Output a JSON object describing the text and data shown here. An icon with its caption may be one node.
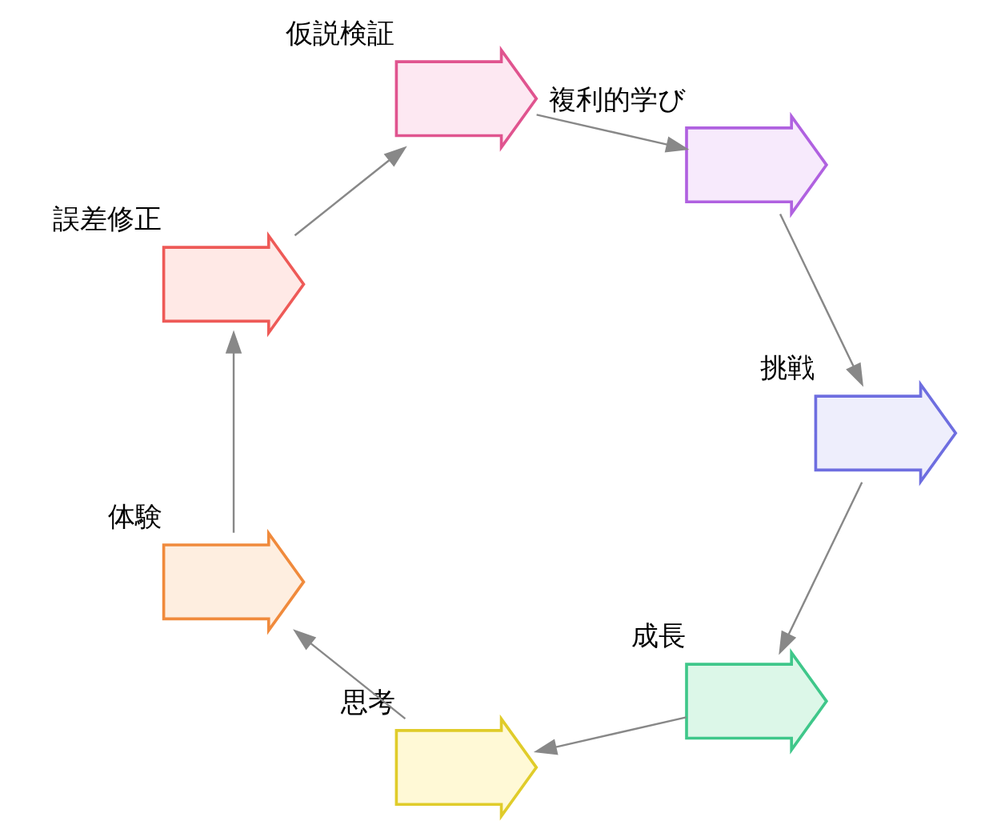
{
  "diagram": {
    "nodes": [
      {
        "text": [],
        "shape": "arrow",
        "beside": [
          "成長"
        ]
      },
      {
        "text": [],
        "shape": "arrow",
        "beside": [
          "思考"
        ]
      },
      {
        "text": [],
        "shape": "arrow",
        "beside": [
          "体験"
        ]
      },
      {
        "text": [],
        "shape": "arrow",
        "beside": [
          "誤差修正"
        ]
      },
      {
        "text": [],
        "shape": "arrow",
        "beside": [
          "仮説検証"
        ]
      },
      {
        "text": [],
        "shape": "arrow",
        "beside": [
          "複利的学び"
        ]
      },
      {
        "text": [],
        "shape": "arrow",
        "beside": [
          "挑戦"
        ]
      }
    ],
    "edges": [
      {
        "from": 0,
        "to": 1,
        "arrow": "to"
      },
      {
        "from": 1,
        "to": 2,
        "arrow": "to"
      },
      {
        "from": 2,
        "to": 3,
        "arrow": "to"
      },
      {
        "from": 3,
        "to": 4,
        "arrow": "to"
      },
      {
        "from": 4,
        "to": 5,
        "arrow": "to"
      },
      {
        "from": 5,
        "to": 6,
        "arrow": "to"
      },
      {
        "from": 6,
        "to": 0,
        "arrow": "to"
      }
    ]
  }
}
